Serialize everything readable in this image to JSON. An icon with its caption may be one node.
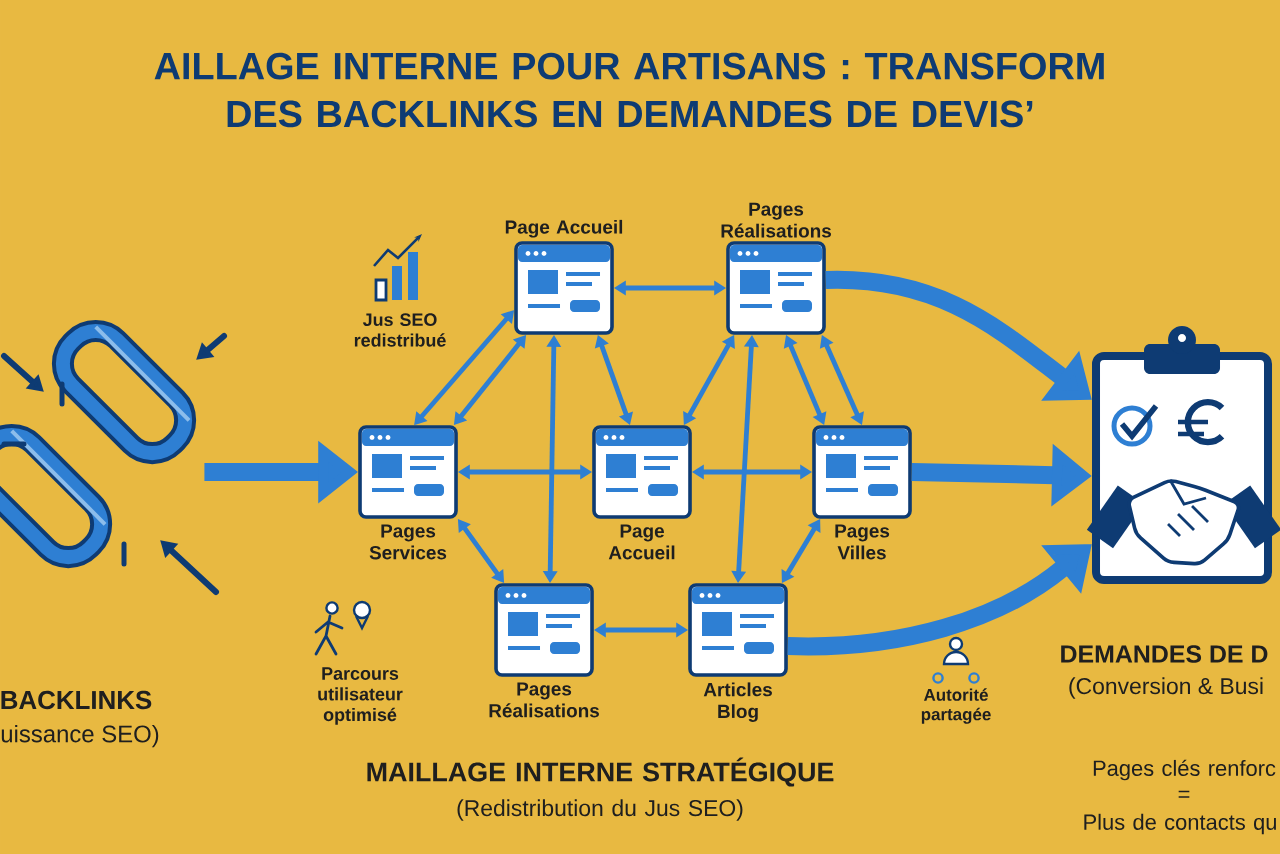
{
  "diagram": {
    "title": "AILLAGE INTERNE POUR ARTISANS : TRANSFORM DES BACKLINKS EN DEMANDES DE DEVIS’",
    "nodes": [
      {
        "text": [
          "Page Accueil"
        ]
      },
      {
        "text": [
          "Pages Réalisations"
        ]
      },
      {
        "text": [
          "Pages Services"
        ]
      },
      {
        "text": [
          "Page Accueil"
        ]
      },
      {
        "text": [
          "Pages Villes"
        ]
      },
      {
        "text": [
          "Pages Réalisations"
        ]
      },
      {
        "text": [
          "Articles Blog"
        ]
      },
      {
        "text": [
          "BACKLINKS",
          "uissance SEO)"
        ]
      },
      {
        "text": [
          "DEMANDES DE D",
          "(Conversion & Busi"
        ]
      }
    ],
    "edges": [
      {
        "from": 0,
        "to": 1,
        "arrow": "both"
      },
      {
        "from": 2,
        "to": 0,
        "arrow": "both"
      },
      {
        "from": 2,
        "to": 0,
        "arrow": "both"
      },
      {
        "from": 0,
        "to": 3,
        "arrow": "both"
      },
      {
        "from": 0,
        "to": 5,
        "arrow": "both"
      },
      {
        "from": 1,
        "to": 3,
        "arrow": "both"
      },
      {
        "from": 1,
        "to": 6,
        "arrow": "both"
      },
      {
        "from": 1,
        "to": 4,
        "arrow": "both"
      },
      {
        "from": 1,
        "to": 4,
        "arrow": "both"
      },
      {
        "from": 2,
        "to": 3,
        "arrow": "both"
      },
      {
        "from": 3,
        "to": 4,
        "arrow": "both"
      },
      {
        "from": 2,
        "to": 5,
        "arrow": "both"
      },
      {
        "from": 4,
        "to": 6,
        "arrow": "both"
      },
      {
        "from": 5,
        "to": 6,
        "arrow": "both"
      },
      {
        "from": 7,
        "to": 2,
        "arrow": "to",
        "style": "thick"
      },
      {
        "from": 1,
        "to": 8,
        "arrow": "to",
        "style": "thick"
      },
      {
        "from": 4,
        "to": 8,
        "arrow": "to",
        "style": "thick"
      },
      {
        "from": 6,
        "to": 8,
        "arrow": "to",
        "style": "thick"
      }
    ],
    "labels": [
      "Jus SEO redistribué",
      "Parcours utilisateur optimisé",
      "Autorité partagée",
      "MAILLAGE INTERNE STRATÉGIQUE",
      "(Redistribution du Jus SEO)",
      "Pages clés renforc",
      "=",
      "Plus de contacts qu"
    ]
  }
}
